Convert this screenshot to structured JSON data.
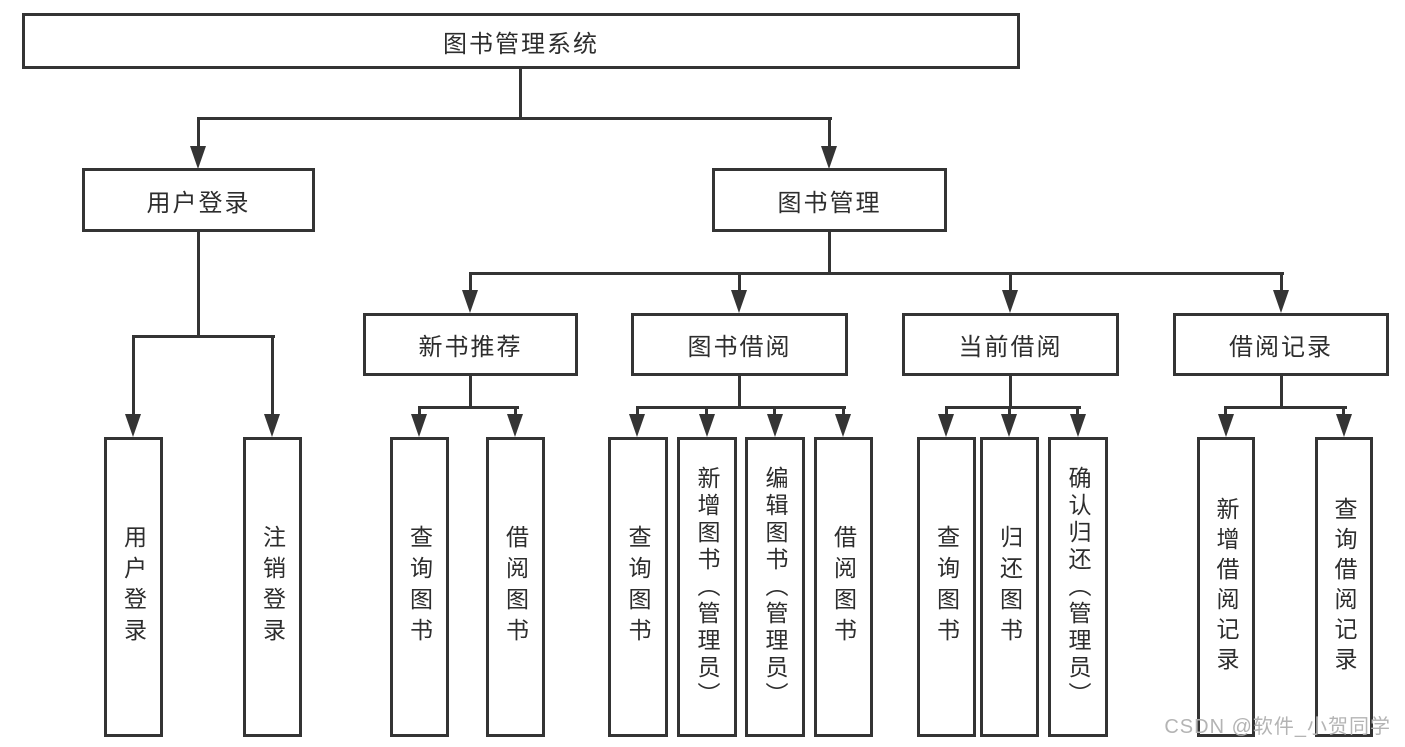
{
  "tree": {
    "label": "图书管理系统",
    "children": [
      {
        "label": "用户登录",
        "children": [
          {
            "label": "用户登录"
          },
          {
            "label": "注销登录"
          }
        ]
      },
      {
        "label": "图书管理",
        "children": [
          {
            "label": "新书推荐",
            "children": [
              {
                "label": "查询图书"
              },
              {
                "label": "借阅图书"
              }
            ]
          },
          {
            "label": "图书借阅",
            "children": [
              {
                "label": "查询图书"
              },
              {
                "label": "新增图书（管理员）"
              },
              {
                "label": "编辑图书（管理员）"
              },
              {
                "label": "借阅图书"
              }
            ]
          },
          {
            "label": "当前借阅",
            "children": [
              {
                "label": "查询图书"
              },
              {
                "label": "归还图书"
              },
              {
                "label": "确认归还（管理员）"
              }
            ]
          },
          {
            "label": "借阅记录",
            "children": [
              {
                "label": "新增借阅记录"
              },
              {
                "label": "查询借阅记录"
              }
            ]
          }
        ]
      }
    ]
  },
  "watermark": {
    "text": "CSDN @软件_小贺同学"
  },
  "colors": {
    "line": "#343434",
    "text": "#2d2d2d",
    "watermark": "#b4b4b4",
    "background": "#ffffff"
  }
}
